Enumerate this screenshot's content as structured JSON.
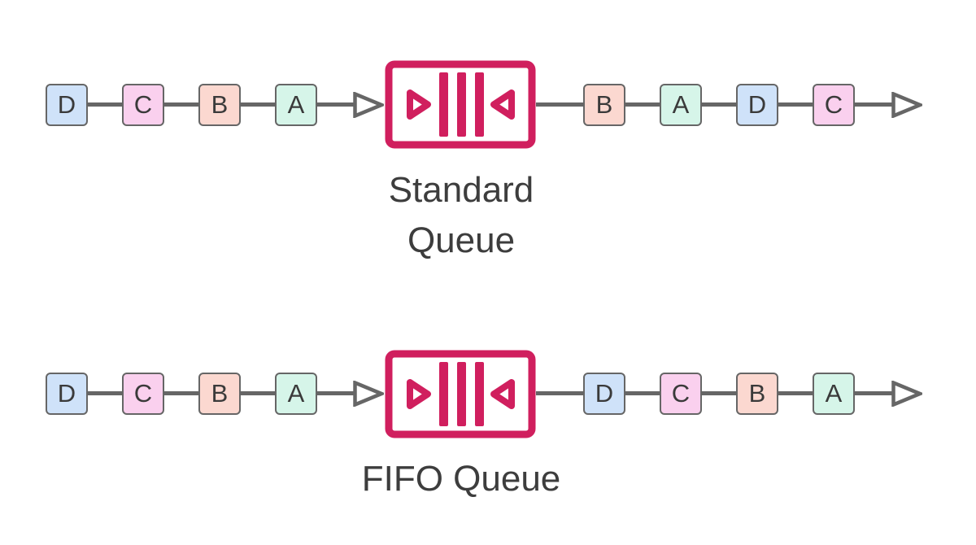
{
  "rows": [
    {
      "label": "Standard Queue",
      "label_lines": [
        "Standard",
        "Queue"
      ],
      "input_sequence": [
        "D",
        "C",
        "B",
        "A"
      ],
      "output_sequence": [
        "B",
        "A",
        "D",
        "C"
      ]
    },
    {
      "label": "FIFO Queue",
      "label_lines": [
        "FIFO Queue"
      ],
      "input_sequence": [
        "D",
        "C",
        "B",
        "A"
      ],
      "output_sequence": [
        "D",
        "C",
        "B",
        "A"
      ]
    }
  ],
  "icons": {
    "queue": "queue-buffer-icon",
    "arrow": "arrowhead-icon"
  },
  "colors": {
    "background": "#ffffff",
    "queue-accent": "#d01f5e",
    "connector": "#666666",
    "box-border": "#666666",
    "label-text": "#3d3d3d",
    "letter-text": "#3a3a3a",
    "box-d": "#cfe2f9",
    "box-c": "#fad0ee",
    "box-b": "#fbd8d0",
    "box-a": "#d6f5e9"
  }
}
